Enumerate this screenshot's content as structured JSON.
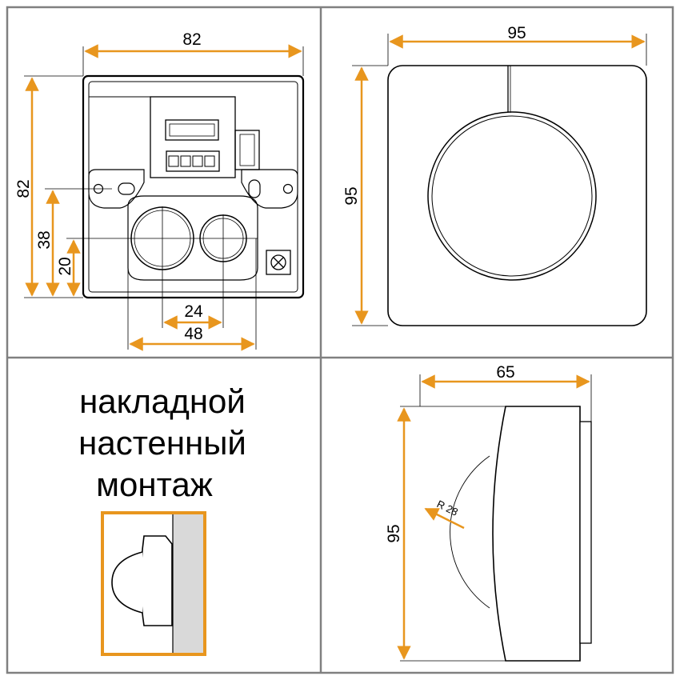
{
  "colors": {
    "dimension": "#E8961E",
    "frame": "#808080",
    "outline": "#000000",
    "wall": "#D9D9D9"
  },
  "panels": {
    "back_view": {
      "width_label": "82",
      "height_label": "82",
      "mount_height_label": "38",
      "hole_height_label": "20",
      "hole_pitch_label": "24",
      "holes_span_label": "48"
    },
    "front_view": {
      "width_label": "95",
      "height_label": "95"
    },
    "mounting": {
      "caption_lines": [
        "накладной",
        "настенный",
        "монтаж"
      ],
      "icon": "surface-mount-icon"
    },
    "side_view": {
      "depth_label": "65",
      "height_label": "95",
      "radius_label": "R 28"
    }
  }
}
